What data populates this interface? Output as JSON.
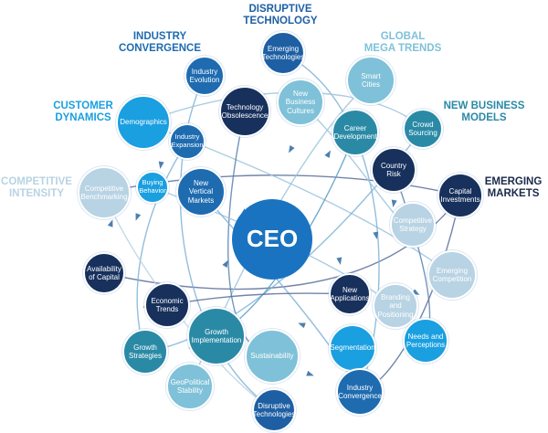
{
  "diagram": {
    "center": {
      "label": "CEO",
      "color": "#1a73c0"
    },
    "categories": [
      {
        "id": "disruptive-technology",
        "label": "DISRUPTIVE\nTECHNOLOGY",
        "color": "#1e5fa3"
      },
      {
        "id": "industry-convergence",
        "label": "INDUSTRY\nCONVERGENCE",
        "color": "#1e6bb0"
      },
      {
        "id": "global-mega-trends",
        "label": "GLOBAL\nMEGA TRENDS",
        "color": "#7fc1d8"
      },
      {
        "id": "customer-dynamics",
        "label": "CUSTOMER\nDYNAMICS",
        "color": "#1a9fe0"
      },
      {
        "id": "new-business-models",
        "label": "NEW BUSINESS\nMODELS",
        "color": "#2a8aa6"
      },
      {
        "id": "competitive-intensity",
        "label": "COMPETITIVE\nINTENSITY",
        "color": "#b8d3e3"
      },
      {
        "id": "emerging-markets",
        "label": "EMERGING\nMARKETS",
        "color": "#1a2a4a"
      }
    ],
    "nodes": [
      {
        "id": "emerging-technologies",
        "label": "Emerging\nTechnologies",
        "color": "#1e5fa3"
      },
      {
        "id": "industry-evolution",
        "label": "Industry\nEvolution",
        "color": "#1e6bb0"
      },
      {
        "id": "smart-cities",
        "label": "Smart Cities",
        "color": "#7fc1d8"
      },
      {
        "id": "technology-obsolescence",
        "label": "Technology\nObsolescence",
        "color": "#17305c"
      },
      {
        "id": "new-business-cultures",
        "label": "New\nBusiness\nCultures",
        "color": "#7fc1d8"
      },
      {
        "id": "demographics",
        "label": "Demographics",
        "color": "#1a9fe0"
      },
      {
        "id": "crowd-sourcing",
        "label": "Crowd\nSourcing",
        "color": "#2a8aa6"
      },
      {
        "id": "career-development",
        "label": "Career\nDevelopment",
        "color": "#2a8aa6"
      },
      {
        "id": "industry-expansion",
        "label": "Industry\nExpansion",
        "color": "#1e6bb0"
      },
      {
        "id": "country-risk",
        "label": "Country\nRisk",
        "color": "#17305c"
      },
      {
        "id": "buying-behavior",
        "label": "Buying\nBehavior",
        "color": "#1a9fe0"
      },
      {
        "id": "new-vertical-markets",
        "label": "New Vertical\nMarkets",
        "color": "#1e6bb0"
      },
      {
        "id": "competitive-benchmarking",
        "label": "Competitive\nBenchmarking",
        "color": "#b8d3e3"
      },
      {
        "id": "capital-investments",
        "label": "Capital\nInvestments",
        "color": "#17305c"
      },
      {
        "id": "competitive-strategy",
        "label": "Competitive\nStrategy",
        "color": "#b8d3e3"
      },
      {
        "id": "availability-of-capital",
        "label": "Availability\nof Capital",
        "color": "#17305c"
      },
      {
        "id": "emerging-competition",
        "label": "Emerging\nCompetition",
        "color": "#b8d3e3"
      },
      {
        "id": "new-applications",
        "label": "New\nApplications",
        "color": "#17305c"
      },
      {
        "id": "economic-trends",
        "label": "Economic\nTrends",
        "color": "#17305c"
      },
      {
        "id": "branding-and-positioning",
        "label": "Branding and\nPositioning",
        "color": "#b8d3e3"
      },
      {
        "id": "growth-implementation",
        "label": "Growth\nImplementation",
        "color": "#2a8aa6"
      },
      {
        "id": "growth-strategies",
        "label": "Growth\nStrategies",
        "color": "#2a8aa6"
      },
      {
        "id": "sustainability",
        "label": "Sustainability",
        "color": "#7fc1d8"
      },
      {
        "id": "segmentation",
        "label": "Segmentation",
        "color": "#1a9fe0"
      },
      {
        "id": "needs-and-perceptions",
        "label": "Needs and\nPerceptions",
        "color": "#1a9fe0"
      },
      {
        "id": "geopolitical-stability",
        "label": "GeoPolitical\nStability",
        "color": "#7fc1d8"
      },
      {
        "id": "industry-convergence",
        "label": "Industry\nConvergence",
        "color": "#1e6bb0"
      },
      {
        "id": "disruptive-technologies",
        "label": "Disruptive\nTechnologies",
        "color": "#1e5fa3"
      }
    ]
  }
}
